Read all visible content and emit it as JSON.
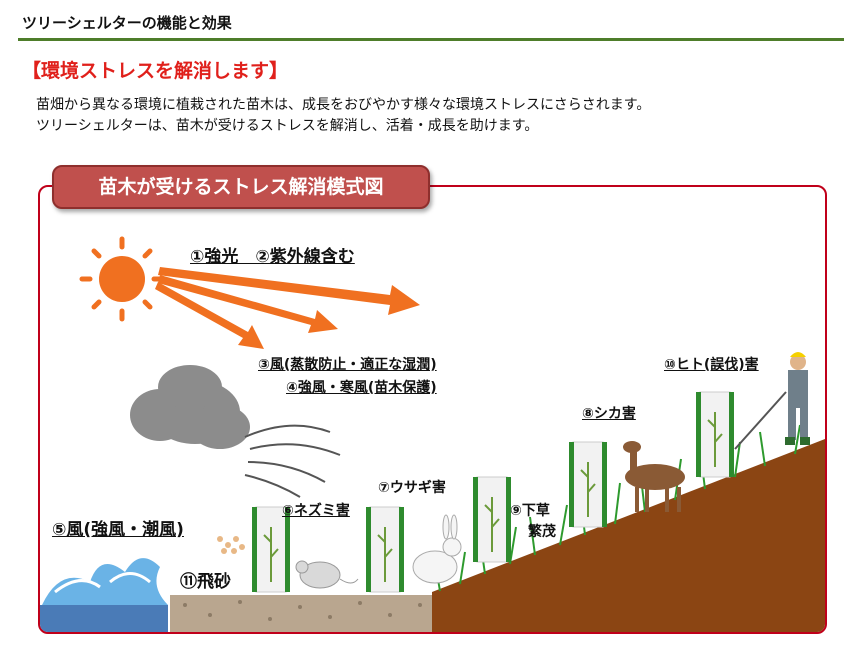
{
  "header": {
    "title": "ツリーシェルターの機能と効果"
  },
  "section": {
    "title": "【環境ストレスを解消します】"
  },
  "intro": {
    "line1": "苗畑から異なる環境に植栽された苗木は、成長をおびやかす様々な環境ストレスにさらされます。",
    "line2": "ツリーシェルターは、苗木が受けるストレスを解消し、活着・成長を助けます。"
  },
  "diagram": {
    "title": "苗木が受けるストレス解消模式図",
    "labels": {
      "light": "①強光　②紫外線含む",
      "wind_moisture": "③風(蒸散防止・適正な湿潤)",
      "strong_wind": "④強風・寒風(苗木保護)",
      "sea_wind": "⑤風(強風・潮風)",
      "mouse": "⑥ネズミ害",
      "rabbit": "⑦ウサギ害",
      "deer": "⑧シカ害",
      "weeds_line1": "⑨下草",
      "weeds_line2": "繁茂",
      "human": "⑩ヒト(誤伐)害",
      "sand": "⑪飛砂"
    }
  },
  "colors": {
    "accent_red": "#e0201b",
    "rule_green": "#4e7d2a",
    "frame_red": "#c0001a",
    "title_bg": "#c0504d",
    "sun_orange": "#f07020",
    "soil_brown": "#8b4513"
  }
}
